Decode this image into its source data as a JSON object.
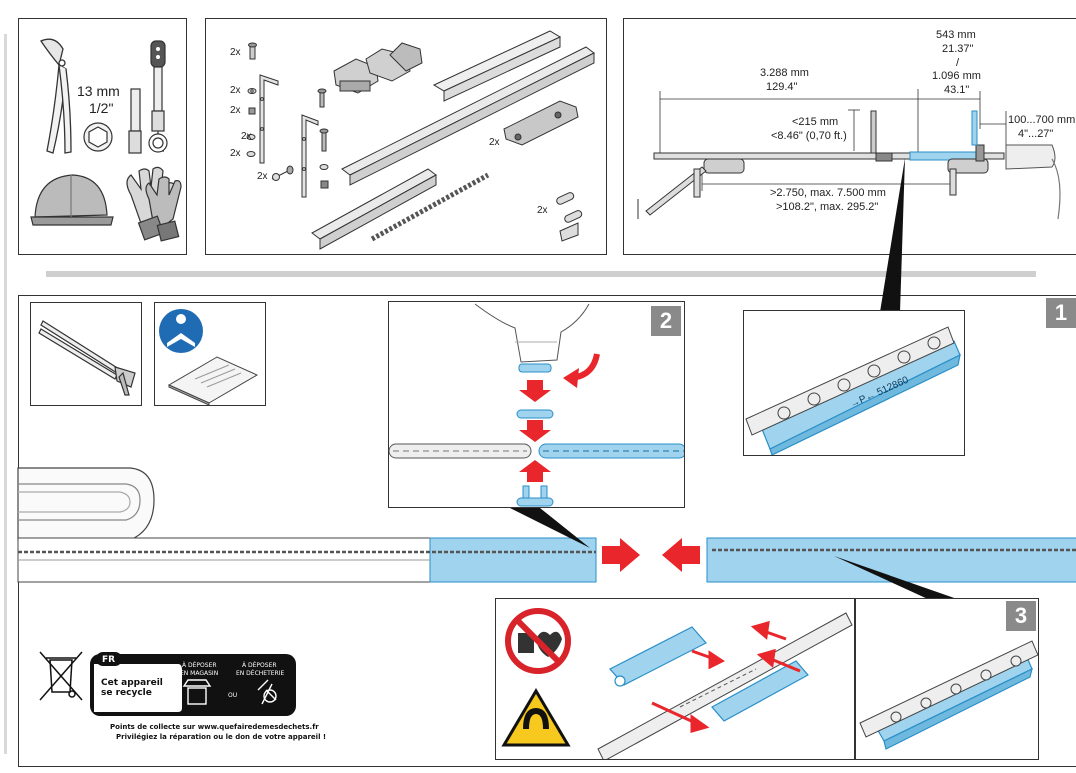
{
  "tools": {
    "wrench_size_mm": "13 mm",
    "wrench_size_in": "1/2\""
  },
  "parts": {
    "qty_labels": [
      "2x",
      "2x",
      "2x",
      "2x",
      "2x",
      "2x",
      "2x",
      "2x"
    ]
  },
  "dimensions": {
    "span_mm": "3.288 mm",
    "span_in": "129.4\"",
    "end_mm": "543 mm",
    "end_in": "21.37\"",
    "end_sep": "/",
    "end_mm2": "1.096 mm",
    "end_in2": "43.1\"",
    "height_mm": "<215 mm",
    "height_in": "<8.46\" (0,70 ft.)",
    "offset_mm": "100...700 mm",
    "offset_in": "4\"...27\"",
    "door_mm": ">2.750, max. 7.500 mm",
    "door_in": ">108.2\", max. 295.2\""
  },
  "steps": {
    "step1": "1",
    "step2": "2",
    "step3": "3"
  },
  "chain_label": {
    "code": "→P← 512860"
  },
  "weee": {
    "country": "FR",
    "recycle_line1": "Cet appareil",
    "recycle_line2": "se recycle",
    "store_line1": "À DÉPOSER",
    "store_line2": "EN MAGASIN",
    "or": "OU",
    "dump_line1": "À DÉPOSER",
    "dump_line2": "EN DÉCHETERIE",
    "footer1": "Points de collecte sur www.quefairedemesdechets.fr",
    "footer2": "Privilégiez la réparation ou le don de votre appareil !"
  },
  "colors": {
    "accent_blue": "#9fd3ee",
    "blue_stroke": "#2a8fc8",
    "arrow_red": "#e8262b",
    "step_gray": "#8a8a8a"
  }
}
